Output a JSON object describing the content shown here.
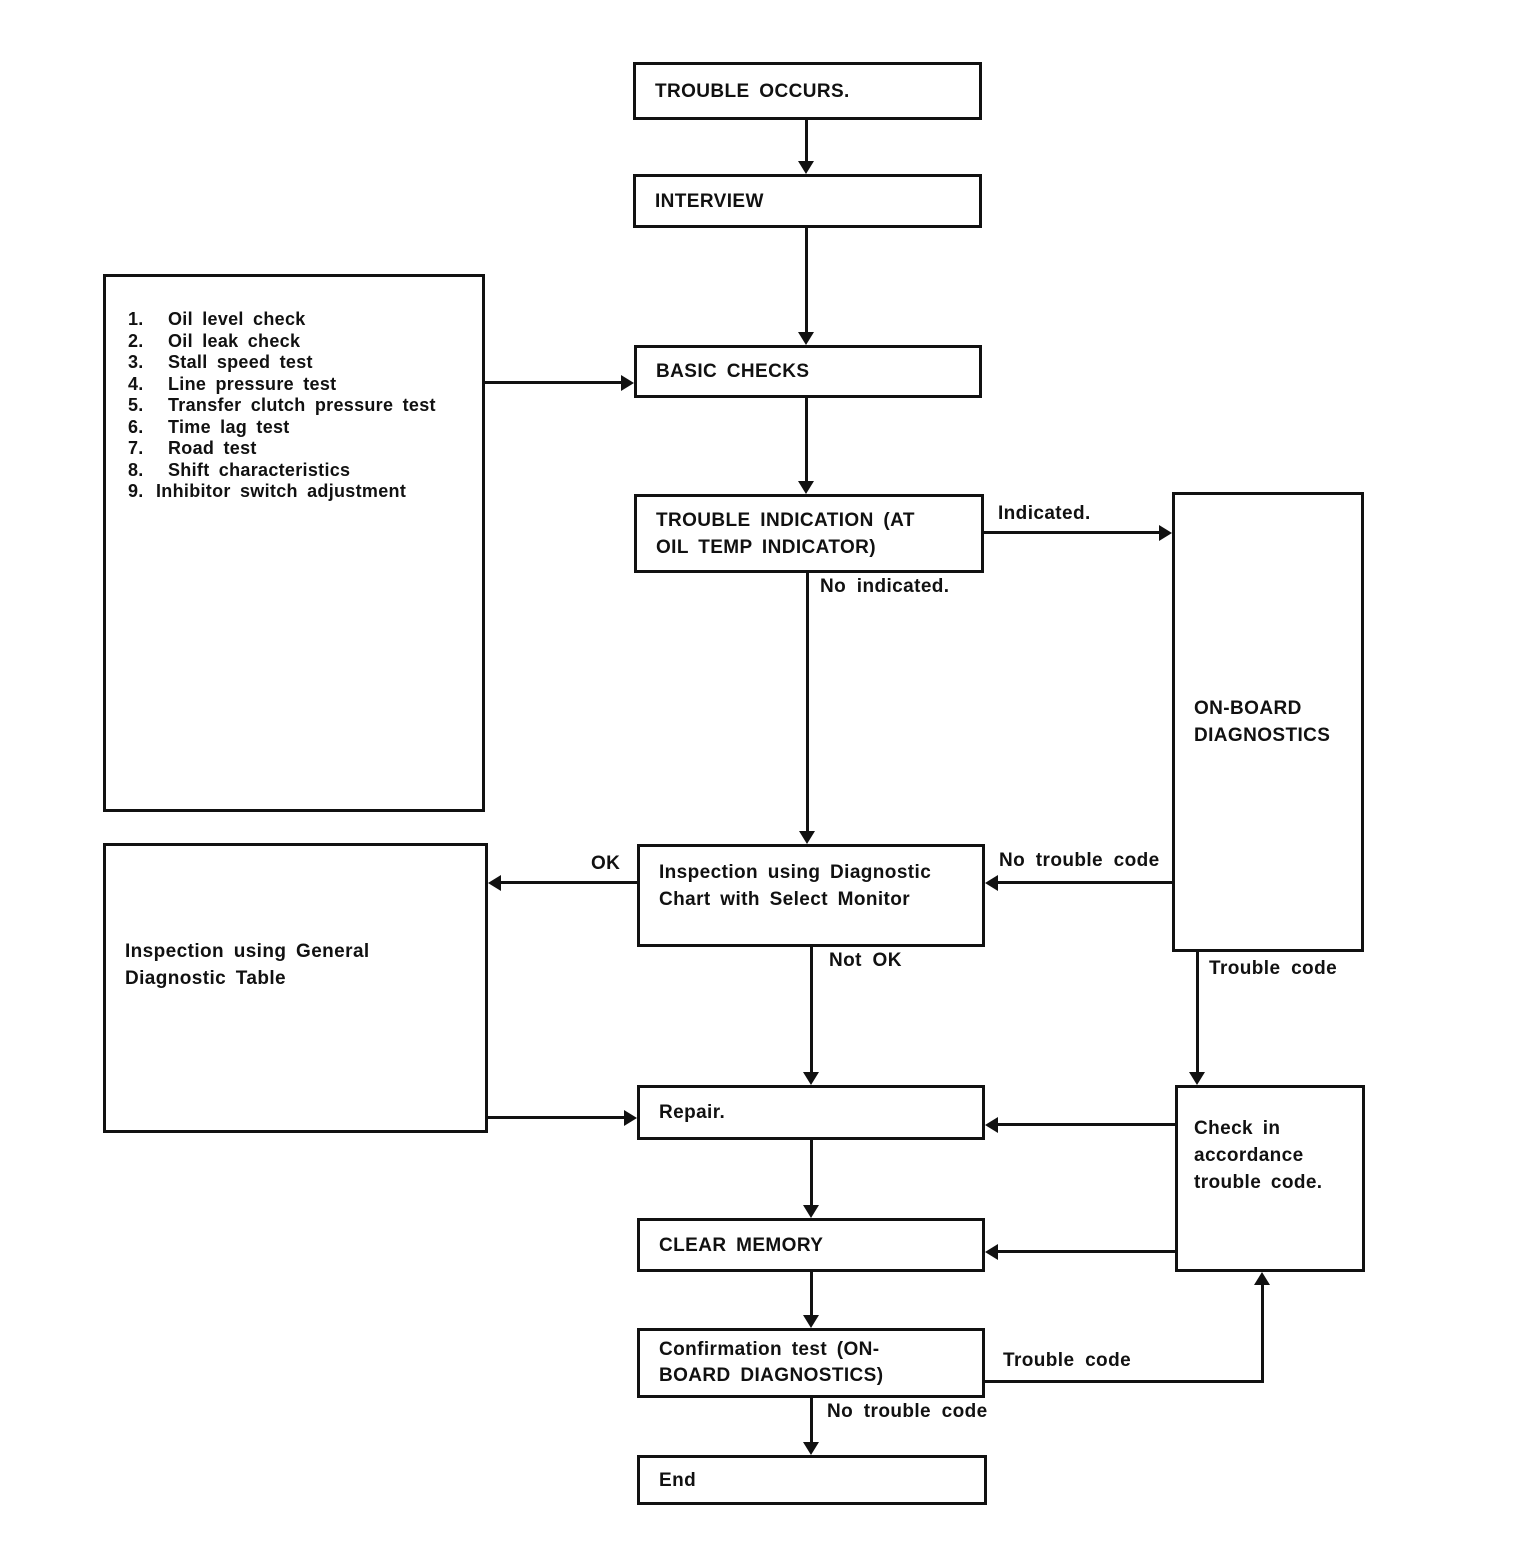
{
  "nodes": {
    "trouble_occurs": "TROUBLE OCCURS.",
    "interview": "INTERVIEW",
    "basic_checks": "BASIC CHECKS",
    "trouble_indication": "TROUBLE INDICATION (AT OIL TEMP INDICATOR)",
    "onboard_diagnostics": "ON-BOARD DIAGNOSTICS",
    "inspection_select_monitor": "Inspection using Diagnostic Chart with Select Monitor",
    "inspection_general": "Inspection using General Diagnostic Table",
    "repair": "Repair.",
    "check_accordance": "Check in accordance trouble code.",
    "clear_memory": "CLEAR MEMORY",
    "confirmation_test": "Confirmation test (ON-BOARD DIAGNOSTICS)",
    "end": "End",
    "checks_list": {
      "items": [
        {
          "num": "1.",
          "text": "Oil level check"
        },
        {
          "num": "2.",
          "text": "Oil leak check"
        },
        {
          "num": "3.",
          "text": "Stall speed test"
        },
        {
          "num": "4.",
          "text": "Line pressure test"
        },
        {
          "num": "5.",
          "text": "Transfer clutch pressure test"
        },
        {
          "num": "6.",
          "text": "Time lag test"
        },
        {
          "num": "7.",
          "text": "Road test"
        },
        {
          "num": "8.",
          "text": "Shift characteristics"
        },
        {
          "num": "9.",
          "text": "Inhibitor switch adjustment"
        }
      ]
    }
  },
  "edge_labels": {
    "indicated": "Indicated.",
    "no_indicated": "No indicated.",
    "ok": "OK",
    "no_trouble_code_upper": "No trouble code",
    "not_ok": "Not OK",
    "trouble_code_right": "Trouble code",
    "trouble_code_loop": "Trouble code",
    "no_trouble_code_lower": "No trouble code"
  },
  "colors": {
    "ink": "#111111",
    "background": "#ffffff"
  }
}
